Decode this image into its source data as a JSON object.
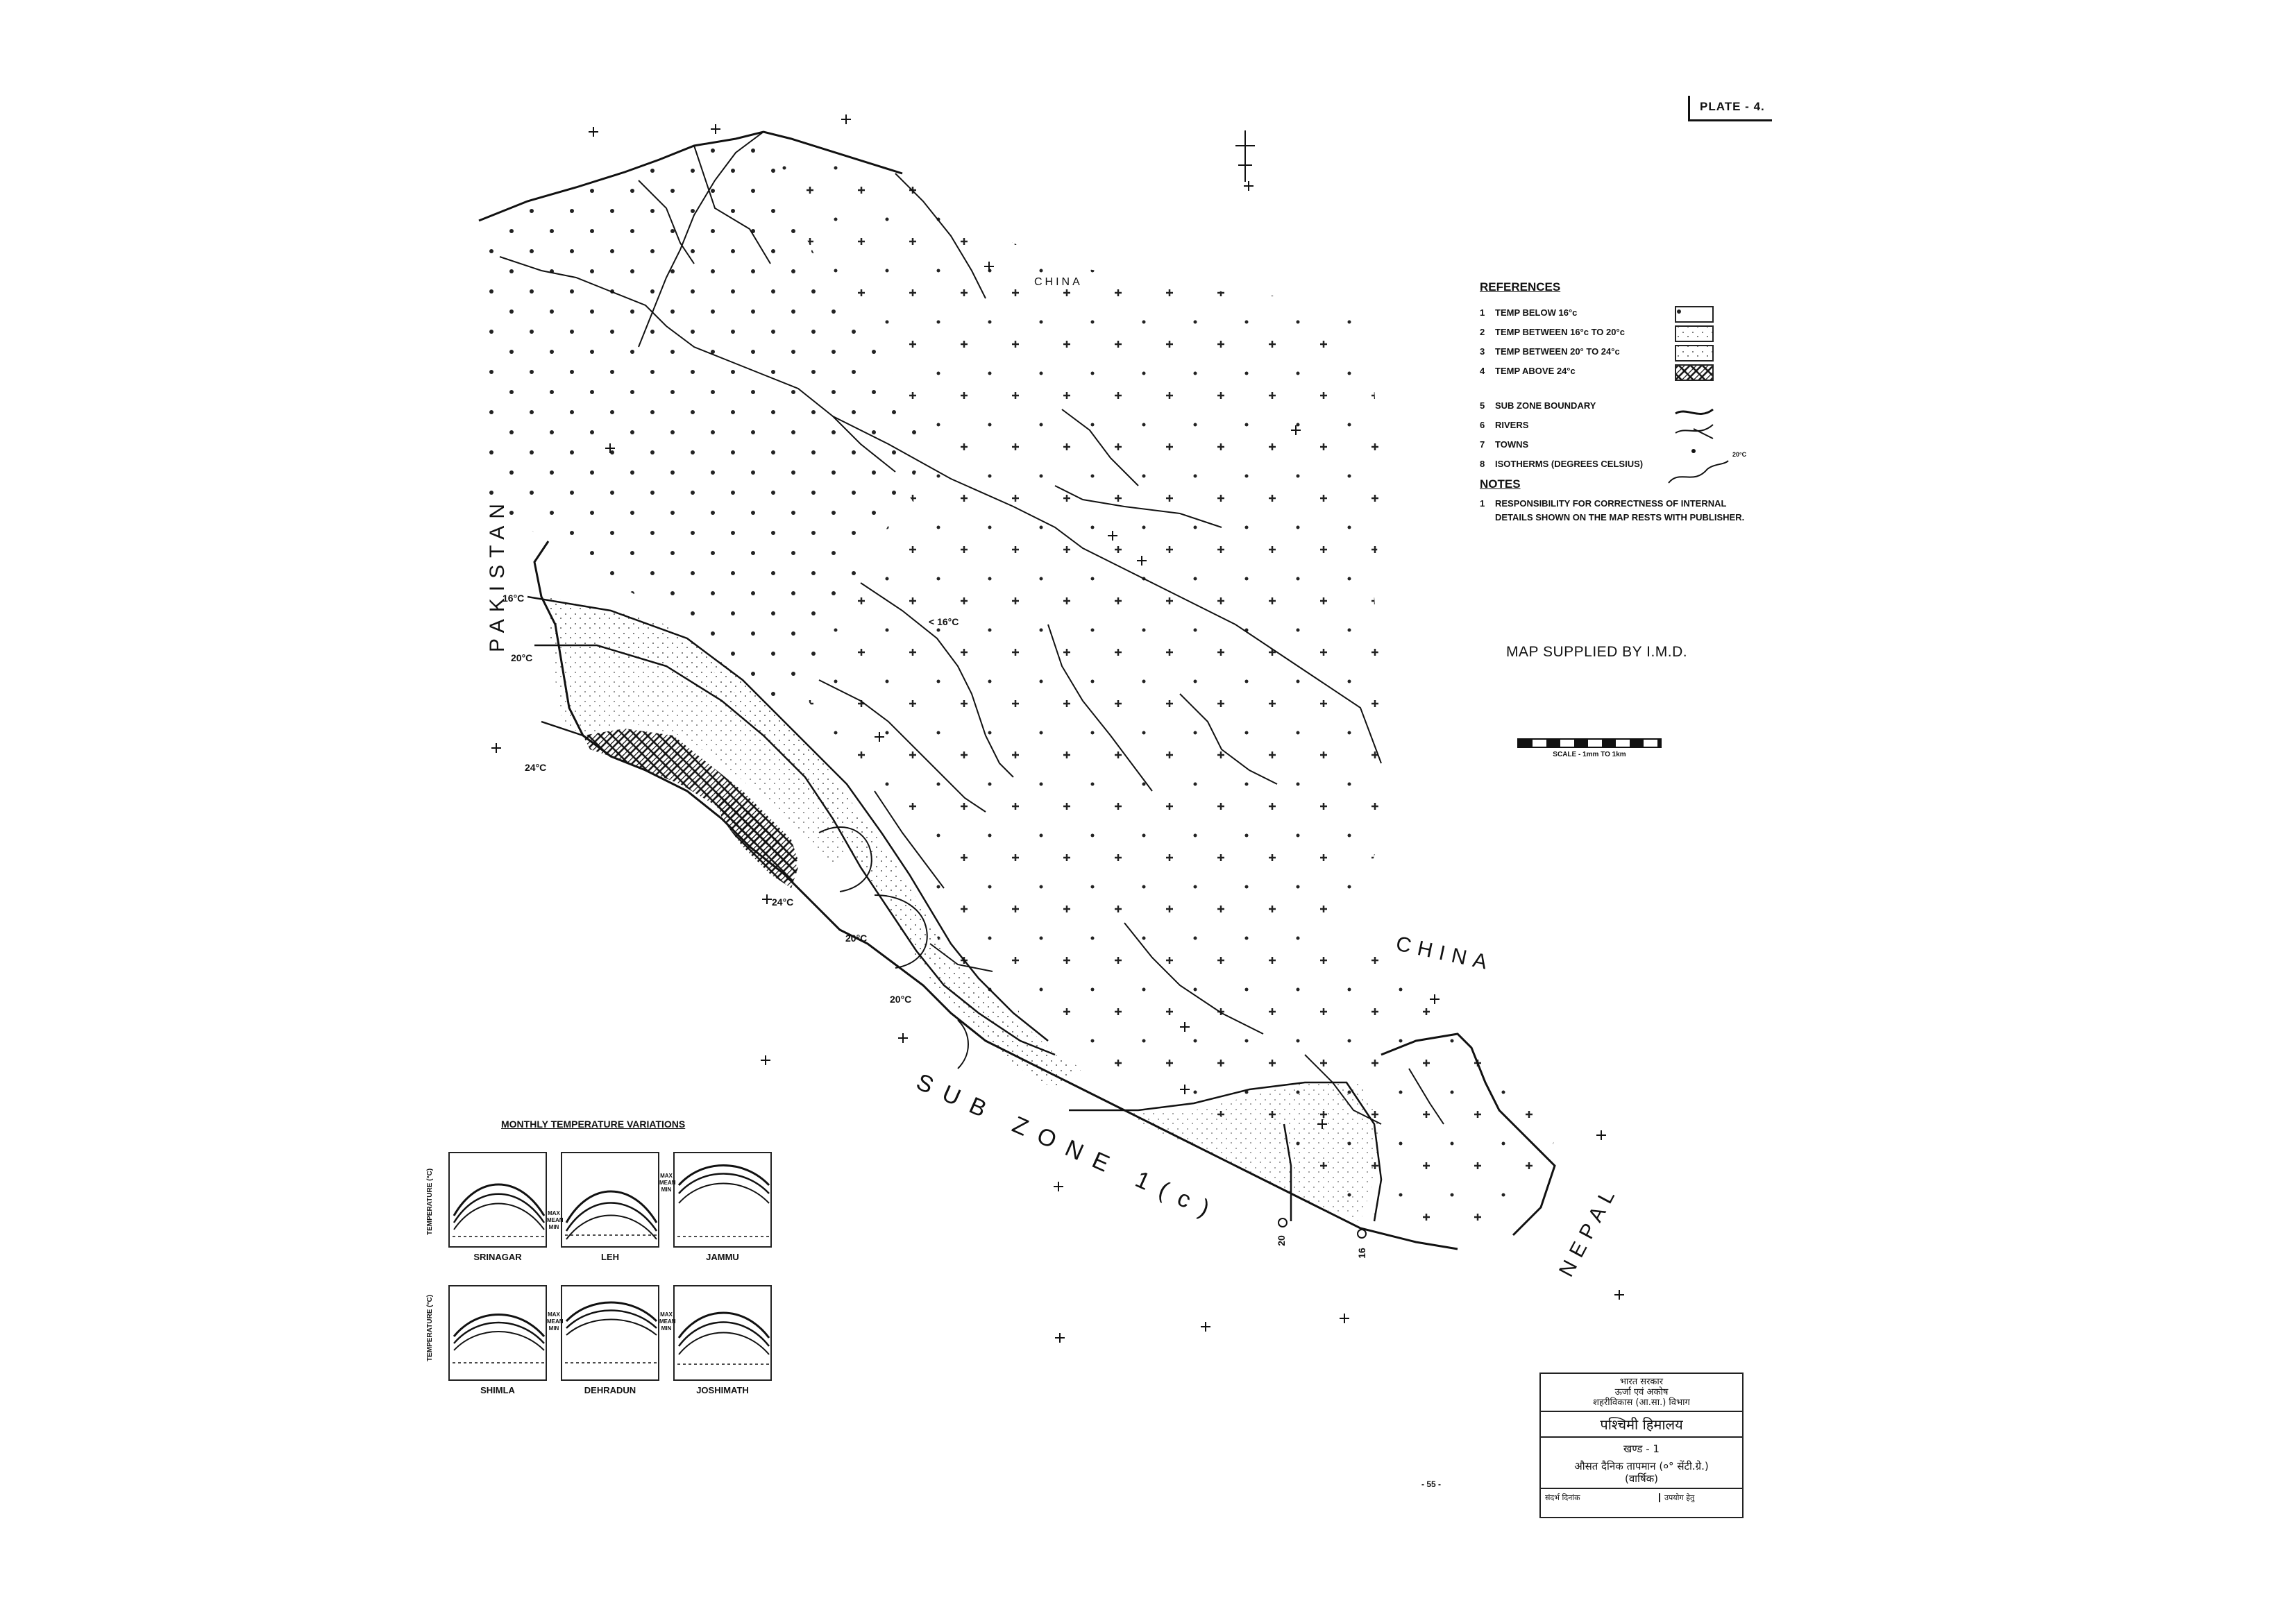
{
  "plate": "PLATE - 4.",
  "countries": {
    "pakistan": "PAKISTAN",
    "china_north": "CHINA",
    "china_east": "CHINA",
    "nepal": "NEPAL"
  },
  "subzone": "SUB ZONE 1(c)",
  "references": {
    "heading": "REFERENCES",
    "items": [
      {
        "num": "1",
        "text": "TEMP BELOW 16°c"
      },
      {
        "num": "2",
        "text": "TEMP BETWEEN 16°c TO 20°c"
      },
      {
        "num": "3",
        "text": "TEMP BETWEEN 20° TO 24°c"
      },
      {
        "num": "4",
        "text": "TEMP ABOVE 24°c"
      },
      {
        "num": "5",
        "text": "SUB ZONE BOUNDARY"
      },
      {
        "num": "6",
        "text": "RIVERS"
      },
      {
        "num": "7",
        "text": "TOWNS"
      },
      {
        "num": "8",
        "text": "ISOTHERMS (DEGREES CELSIUS)"
      }
    ],
    "isotherm_sample": "20°C"
  },
  "notes": {
    "heading": "NOTES",
    "num": "1",
    "text": "RESPONSIBILITY FOR CORRECTNESS OF INTERNAL DETAILS SHOWN ON THE MAP RESTS WITH PUBLISHER."
  },
  "supplied_by": "MAP SUPPLIED BY I.M.D.",
  "scale": {
    "label": "SCALE - 1mm TO 1km"
  },
  "isotherm_labels": {
    "t16_west": "16°C",
    "t20_west": "20°C",
    "t24_west": "24°C",
    "t24_mid": "24°C",
    "t20_mid": "20°C",
    "t20_lower": "20°C",
    "t16_inner": "< 16°C",
    "t20_south": "20",
    "t16_south": "16"
  },
  "monthly": {
    "title": "MONTHLY TEMPERATURE VARIATIONS",
    "ylabel": "TEMPERATURE (°C)",
    "legend": [
      "MAX",
      "MEAN",
      "MIN"
    ],
    "stations": [
      "SRINAGAR",
      "LEH",
      "JAMMU",
      "SHIMLA",
      "DEHRADUN",
      "JOSHIMATH"
    ]
  },
  "title_block": {
    "org_line1": "भारत सरकार",
    "org_line2": "ऊर्जा एवं अकोष",
    "org_line3": "शहरीविकास (आ.सा.) विभाग",
    "title": "पश्चिमी हिमालय",
    "volume": "खण्ड - 1",
    "subject": "औसत दैनिक तापमान (०° सेंटी.ग्रे.)",
    "subject2": "(वार्षिक)",
    "foot_left": "संदर्भ दिनांक",
    "foot_right": "उपयोग हेतु"
  },
  "page_number": "- 55 -"
}
